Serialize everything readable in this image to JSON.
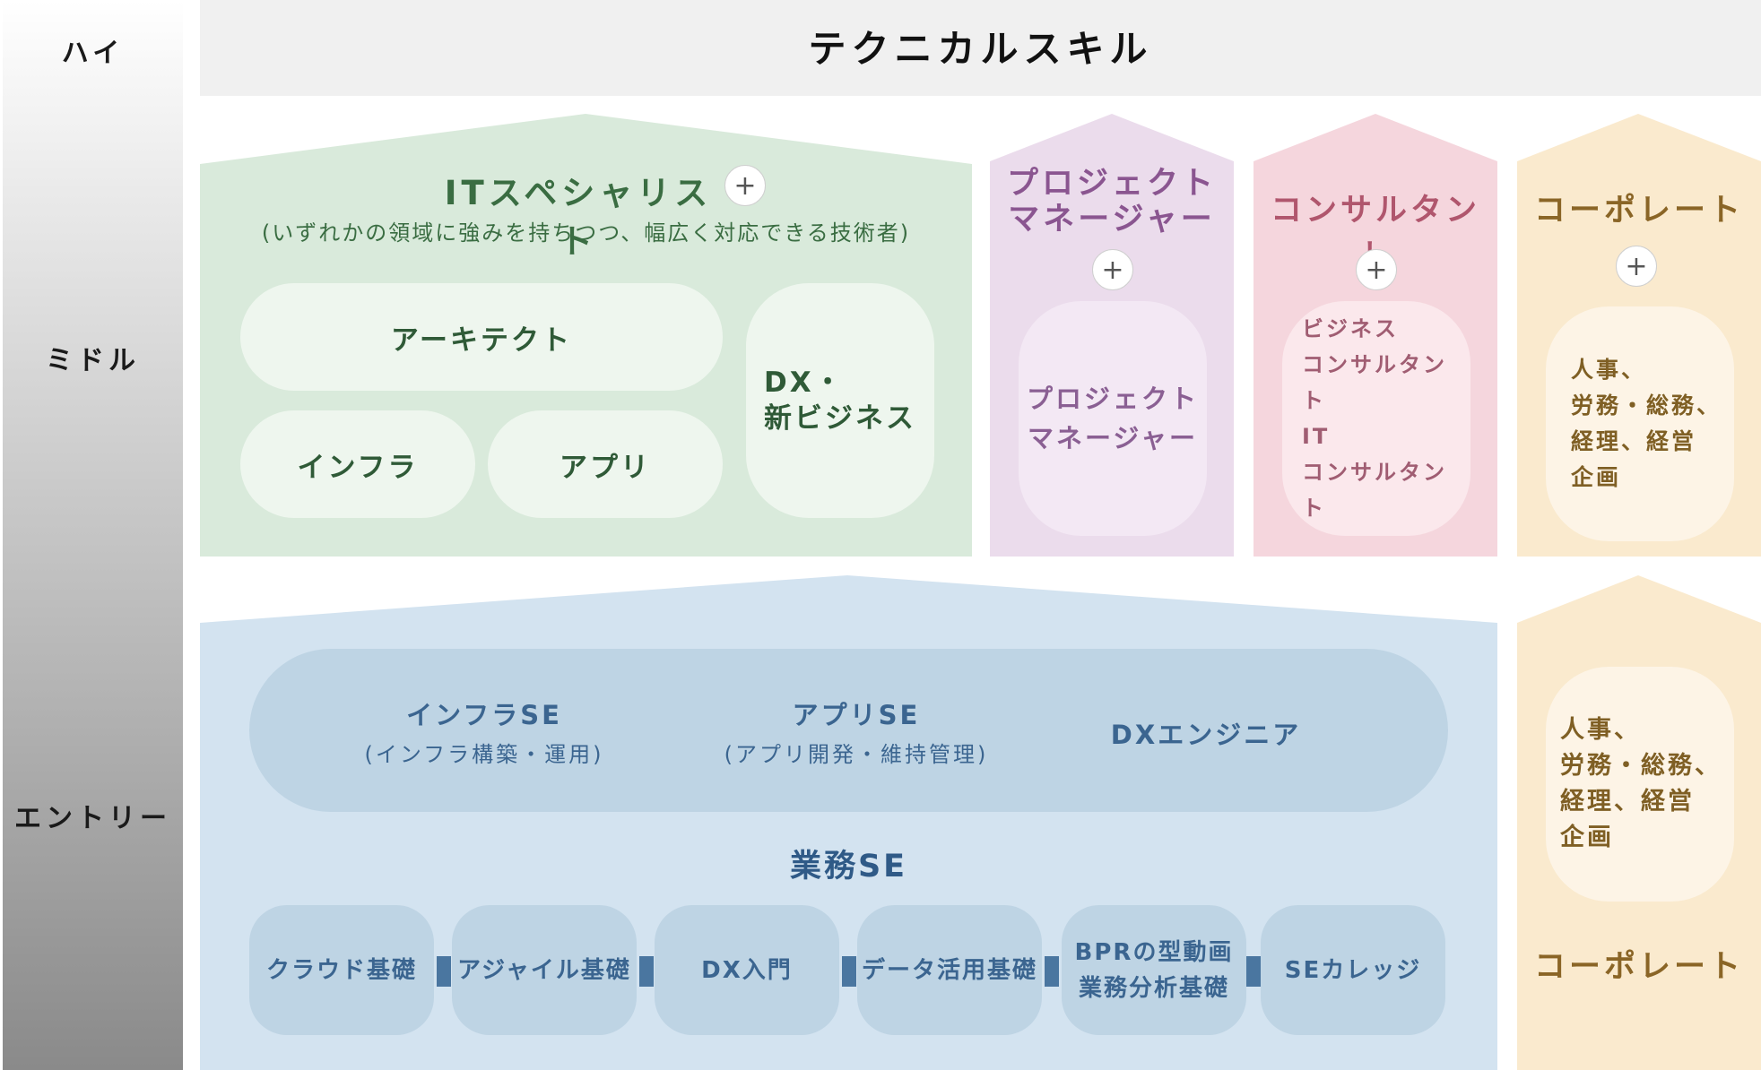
{
  "levels": {
    "high": "ハイ",
    "middle": "ミドル",
    "entry": "エントリー"
  },
  "header": {
    "title": "テクニカルスキル"
  },
  "it_specialist": {
    "title": "ITスペシャリスト",
    "subtitle": "(いずれかの領域に強みを持ちつつ、幅広く対応できる技術者)",
    "plus": "+",
    "items": {
      "architect": "アーキテクト",
      "infra": "インフラ",
      "app": "アプリ",
      "dx": "DX・\n新ビジネス"
    }
  },
  "project_manager": {
    "title": "プロジェクト\nマネージャー",
    "plus": "+",
    "item": "プロジェクト\nマネージャー"
  },
  "consultant": {
    "title": "コンサルタント",
    "plus": "+",
    "item": "ビジネス\nコンサルタント\nIT\nコンサルタント"
  },
  "corporate_middle": {
    "title": "コーポレート",
    "plus": "+",
    "item": "人事、\n労務・総務、\n経理、経営\n企画"
  },
  "entry_roles": [
    {
      "title": "インフラSE",
      "subtitle": "(インフラ構築・運用)"
    },
    {
      "title": "アプリSE",
      "subtitle": "(アプリ開発・維持管理)"
    },
    {
      "title": "DXエンジニア",
      "subtitle": ""
    }
  ],
  "business_se": {
    "title": "業務SE",
    "courses": [
      "クラウド基礎",
      "アジャイル基礎",
      "DX入門",
      "データ活用基礎",
      "BPRの型動画\n業務分析基礎",
      "SEカレッジ"
    ]
  },
  "corporate_entry": {
    "item": "人事、\n労務・総務、\n経理、経営\n企画",
    "title": "コーポレート"
  },
  "colors": {
    "green_bg": "#d9eadb",
    "purple_bg": "#ebdcec",
    "pink_bg": "#f5d6dd",
    "orange_bg": "#faeace",
    "blue_bg": "#d3e3f0",
    "blue_pill": "#bed4e4"
  }
}
